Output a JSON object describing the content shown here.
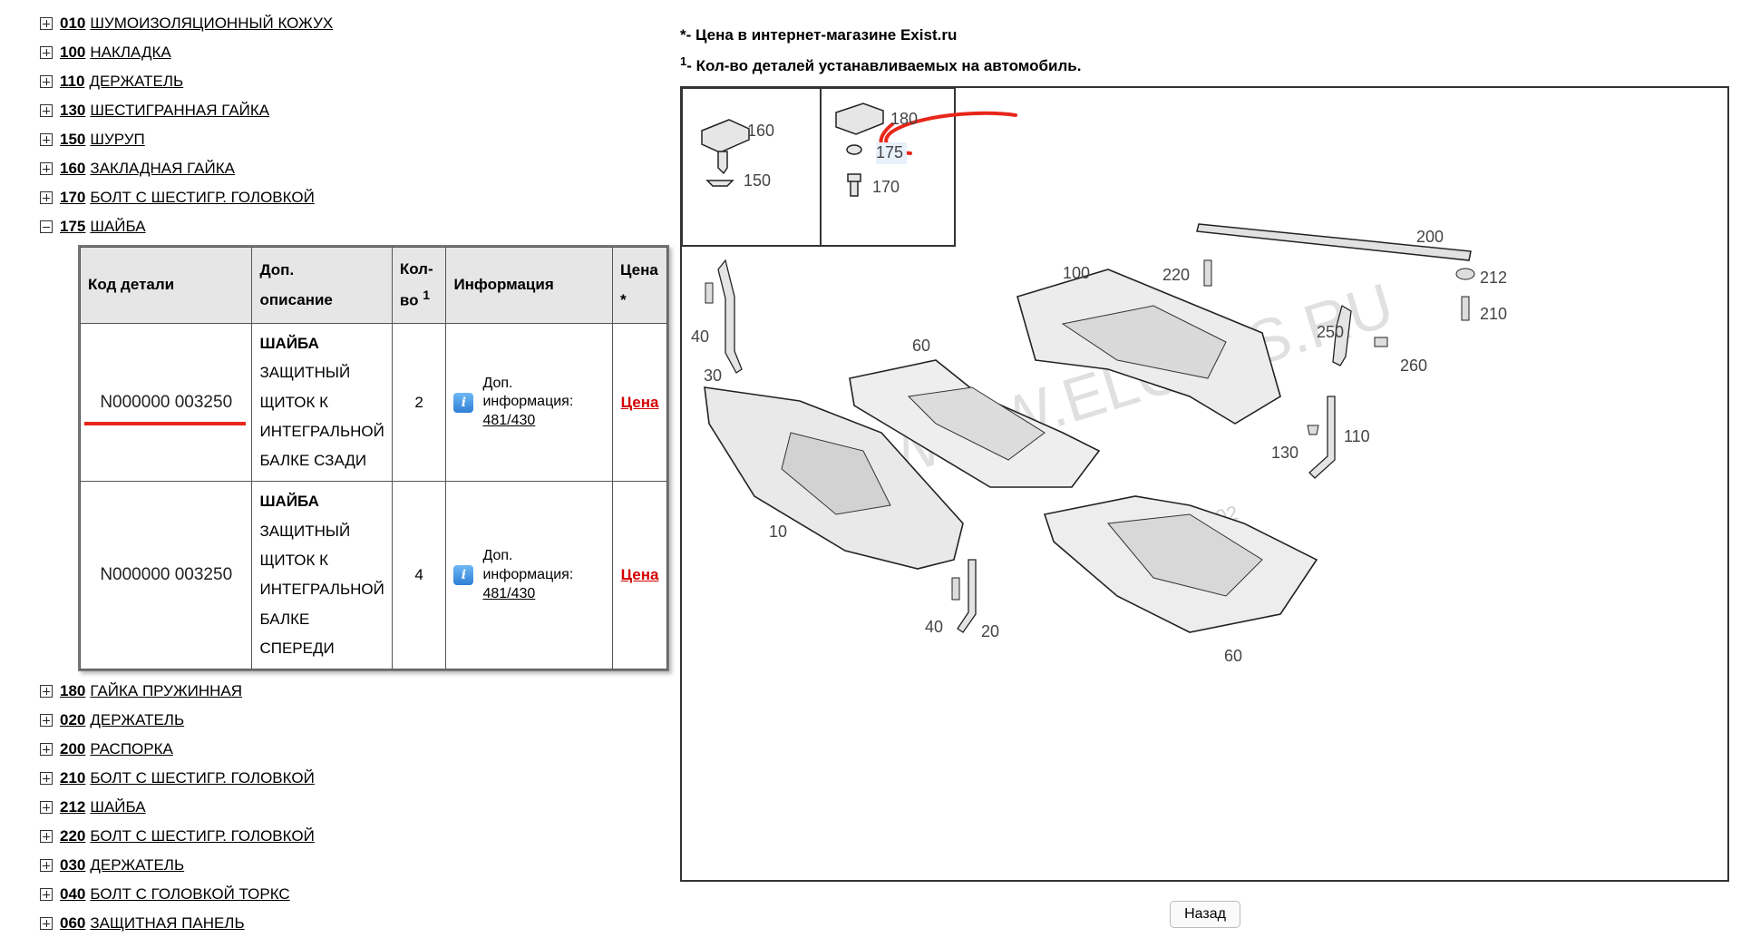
{
  "tree_top": [
    {
      "num": "010",
      "label": "ШУМОИЗОЛЯЦИОННЫЙ КОЖУХ",
      "expanded": false
    },
    {
      "num": "100",
      "label": "НАКЛАДКА",
      "expanded": false
    },
    {
      "num": "110",
      "label": "ДЕРЖАТЕЛЬ",
      "expanded": false
    },
    {
      "num": "130",
      "label": "ШЕСТИГРАННАЯ ГАЙКА",
      "expanded": false
    },
    {
      "num": "150",
      "label": "ШУРУП",
      "expanded": false
    },
    {
      "num": "160",
      "label": "ЗАКЛАДНАЯ ГАЙКА",
      "expanded": false
    },
    {
      "num": "170",
      "label": "БОЛТ С ШЕСТИГР. ГОЛОВКОЙ",
      "expanded": false
    },
    {
      "num": "175",
      "label": "ШАЙБА",
      "expanded": true
    }
  ],
  "parts_table": {
    "headers": {
      "code": "Код детали",
      "desc_line1": "Доп.",
      "desc_line2": "описание",
      "qty_line1": "Кол-",
      "qty_line2": "во",
      "qty_sup": "1",
      "info": "Информация",
      "price_line1": "Цена",
      "price_line2": "*"
    },
    "rows": [
      {
        "code": "N000000 003250",
        "desc_title": "ШАЙБА",
        "desc_lines": [
          "ЗАЩИТНЫЙ",
          "ЩИТОК К",
          "ИНТЕГРАЛЬНОЙ",
          "БАЛКЕ СЗАДИ"
        ],
        "qty": "2",
        "info_label": "Доп. информация:",
        "info_link": "481/430",
        "price": "Цена"
      },
      {
        "code": "N000000 003250",
        "desc_title": "ШАЙБА",
        "desc_lines": [
          "ЗАЩИТНЫЙ",
          "ЩИТОК К",
          "ИНТЕГРАЛЬНОЙ",
          "БАЛКЕ",
          "СПЕРЕДИ"
        ],
        "qty": "4",
        "info_label": "Доп. информация:",
        "info_link": "481/430",
        "price": "Цена"
      }
    ]
  },
  "tree_bottom": [
    {
      "num": "180",
      "label": "ГАЙКА ПРУЖИННАЯ"
    },
    {
      "num": "020",
      "label": "ДЕРЖАТЕЛЬ"
    },
    {
      "num": "200",
      "label": "РАСПОРКА"
    },
    {
      "num": "210",
      "label": "БОЛТ С ШЕСТИГР. ГОЛОВКОЙ"
    },
    {
      "num": "212",
      "label": "ШАЙБА"
    },
    {
      "num": "220",
      "label": "БОЛТ С ШЕСТИГР. ГОЛОВКОЙ"
    },
    {
      "num": "030",
      "label": "ДЕРЖАТЕЛЬ"
    },
    {
      "num": "040",
      "label": "БОЛТ С ГОЛОВКОЙ ТОРКС"
    },
    {
      "num": "060",
      "label": "ЗАЩИТНАЯ ПАНЕЛЬ"
    }
  ],
  "notes": {
    "line1_mark": "*",
    "line1_text": " - Цена в интернет-магазине Exist.ru",
    "line2_mark": "1",
    "line2_text": " - Кол-во деталей устанавливаемых на автомобиль."
  },
  "diagram": {
    "callouts": {
      "c160": "160",
      "c150": "150",
      "c180": "180",
      "c175": "175",
      "c170": "170",
      "c200": "200",
      "c220": "220",
      "c212": "212",
      "c210": "210",
      "c100": "100",
      "c250": "250",
      "c260": "260",
      "c60a": "60",
      "c40a": "40",
      "c30": "30",
      "c110": "110",
      "c130": "130",
      "c10": "10",
      "c40b": "40",
      "c20": "20",
      "c60b": "60"
    },
    "watermark": "WWW.ELCATS.RU",
    "watermark_date": "27.10.202"
  },
  "back_button": "Назад",
  "colors": {
    "annotation_red": "#e8261a",
    "price_red": "#d30000",
    "header_gray": "#e6e6e6"
  }
}
